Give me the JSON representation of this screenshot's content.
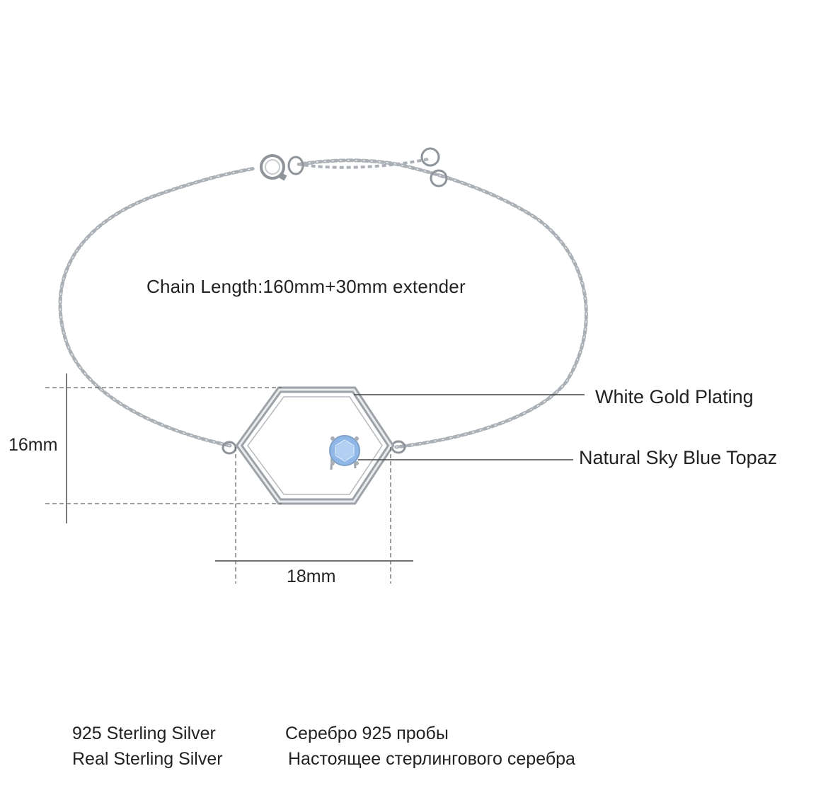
{
  "chain_label": "Chain Length:160mm+30mm extender",
  "callouts": {
    "plating": "White Gold Plating",
    "stone": "Natural Sky Blue Topaz"
  },
  "dimensions": {
    "height": "16mm",
    "width": "18mm"
  },
  "specs": {
    "en_1": "925 Sterling Silver",
    "en_2": "Real Sterling Silver",
    "ru_1": "Серебро 925 пробы",
    "ru_2": "Настоящее стерлингового серебра"
  },
  "colors": {
    "silver": "#b8bcc2",
    "topaz": "#8fb8e8",
    "line": "#444444"
  }
}
